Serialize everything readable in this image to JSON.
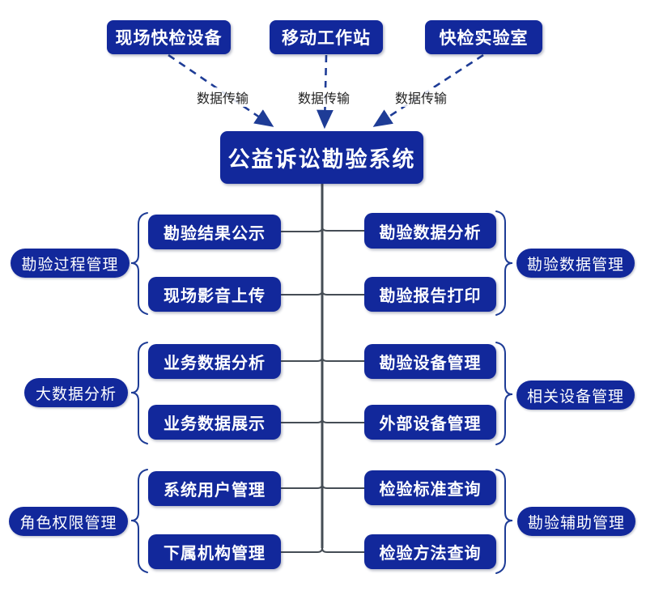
{
  "diagram": {
    "root": {
      "label": "公益诉讼勘验系统"
    },
    "sources": [
      {
        "label": "现场快检设备",
        "edge_label": "数据传输"
      },
      {
        "label": "移动工作站",
        "edge_label": "数据传输"
      },
      {
        "label": "快检实验室",
        "edge_label": "数据传输"
      }
    ],
    "left_groups": [
      {
        "category": "勘验过程管理",
        "items": [
          "勘验结果公示",
          "现场影音上传"
        ]
      },
      {
        "category": "大数据分析",
        "items": [
          "业务数据分析",
          "业务数据展示"
        ]
      },
      {
        "category": "角色权限管理",
        "items": [
          "系统用户管理",
          "下属机构管理"
        ]
      }
    ],
    "right_groups": [
      {
        "category": "勘验数据管理",
        "items": [
          "勘验数据分析",
          "勘验报告打印"
        ]
      },
      {
        "category": "相关设备管理",
        "items": [
          "勘验设备管理",
          "外部设备管理"
        ]
      },
      {
        "category": "勘验辅助管理",
        "items": [
          "检验标准查询",
          "检验方法查询"
        ]
      }
    ],
    "colors": {
      "node_fill": "#12289b",
      "node_text": "#ffffff",
      "connector": "#454d55",
      "arrow_and_brace": "#1e3c96",
      "edge_label_text": "#1f1f1f",
      "background": "#ffffff"
    }
  }
}
